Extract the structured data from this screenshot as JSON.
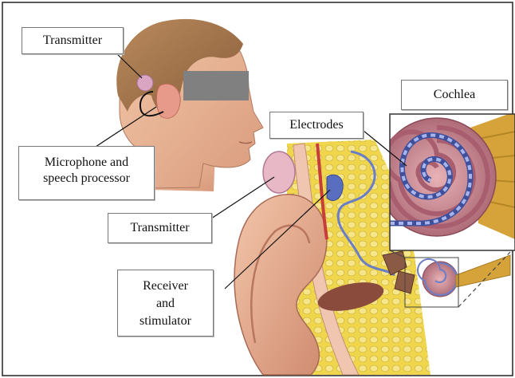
{
  "labels": {
    "transmitter_top": "Transmitter",
    "microphone_line1": "Microphone and",
    "microphone_line2": "speech processor",
    "electrodes": "Electrodes",
    "cochlea": "Cochlea",
    "transmitter_mid": "Transmitter",
    "receiver_line1": "Receiver",
    "receiver_line2": "and",
    "receiver_line3": "stimulator"
  },
  "colors": {
    "skin": "#e8b090",
    "hair": "#a9794f",
    "redacted_bar": "#808080",
    "electrode_blue": "#8a9ad8",
    "cochlea_pink": "#c9828e",
    "fat_yellow": "#efd64c",
    "nerve_gold": "#d6a23a"
  }
}
